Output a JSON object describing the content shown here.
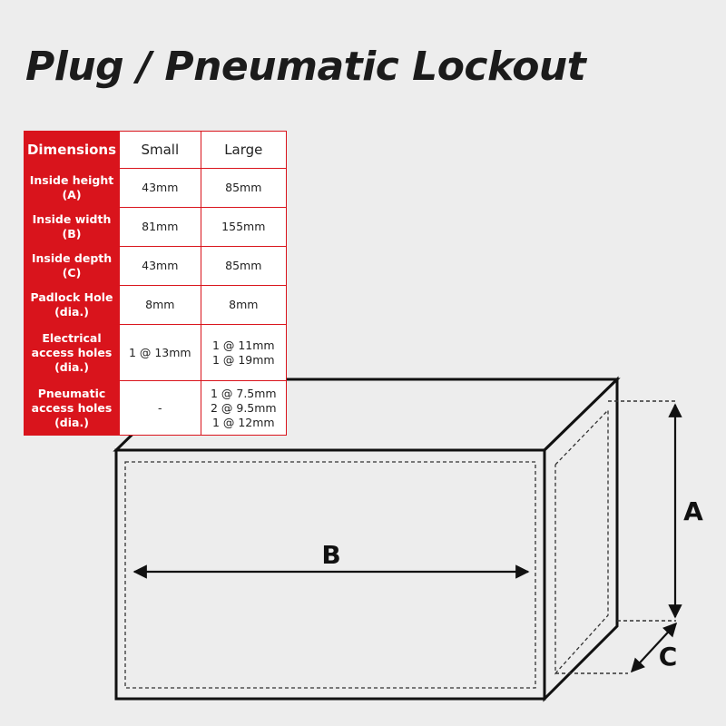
{
  "title": "Plug / Pneumatic Lockout",
  "table": {
    "corner_label": "Dimensions",
    "columns": [
      "Small",
      "Large"
    ],
    "rows": [
      {
        "label": "Inside height\n(A)",
        "small": "43mm",
        "large": "85mm"
      },
      {
        "label": "Inside width\n(B)",
        "small": "81mm",
        "large": "155mm"
      },
      {
        "label": "Inside depth\n(C)",
        "small": "43mm",
        "large": "85mm"
      },
      {
        "label": "Padlock Hole\n(dia.)",
        "small": "8mm",
        "large": "8mm"
      },
      {
        "label": "Electrical\naccess holes\n(dia.)",
        "small": "1 @ 13mm",
        "large": "1 @ 11mm\n1 @ 19mm"
      },
      {
        "label": "Pneumatic\naccess holes\n(dia.)",
        "small": "-",
        "large": "1 @ 7.5mm\n2 @ 9.5mm\n1 @ 12mm"
      }
    ]
  },
  "diagram": {
    "label_a": "A",
    "label_b": "B",
    "label_c": "C"
  },
  "colors": {
    "accent": "#d9141c",
    "background": "#ededed",
    "line": "#111111"
  }
}
